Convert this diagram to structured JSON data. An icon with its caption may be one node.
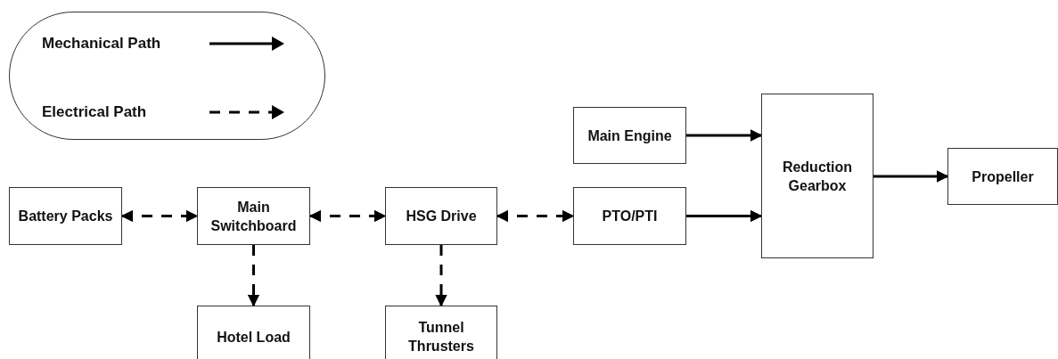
{
  "diagram": {
    "nodes": [
      {
        "text": [
          "Main Engine"
        ]
      },
      {
        "text": [
          "Reduction Gearbox"
        ]
      },
      {
        "text": [
          "Propeller"
        ]
      },
      {
        "text": [
          "Battery Packs"
        ]
      },
      {
        "text": [
          "Main Switchboard"
        ]
      },
      {
        "text": [
          "HSG Drive"
        ]
      },
      {
        "text": [
          "PTO/PTI"
        ]
      },
      {
        "text": [
          "Hotel Load"
        ]
      },
      {
        "text": [
          "Tunnel Thrusters"
        ]
      }
    ],
    "edges": [
      {
        "from": 0,
        "to": 1,
        "arrow": "to"
      },
      {
        "from": 6,
        "to": 1,
        "arrow": "to"
      },
      {
        "from": 1,
        "to": 2,
        "arrow": "to"
      },
      {
        "from": 3,
        "to": 4,
        "arrow": "both",
        "style": "dashed"
      },
      {
        "from": 4,
        "to": 5,
        "arrow": "both",
        "style": "dashed"
      },
      {
        "from": 5,
        "to": 6,
        "arrow": "both",
        "style": "dashed"
      },
      {
        "from": 4,
        "to": 7,
        "arrow": "to",
        "style": "dashed"
      },
      {
        "from": 5,
        "to": 8,
        "arrow": "to",
        "style": "dashed"
      }
    ],
    "legend": [
      {
        "text": "Mechanical Path"
      },
      {
        "text": "Electrical Path"
      }
    ]
  }
}
